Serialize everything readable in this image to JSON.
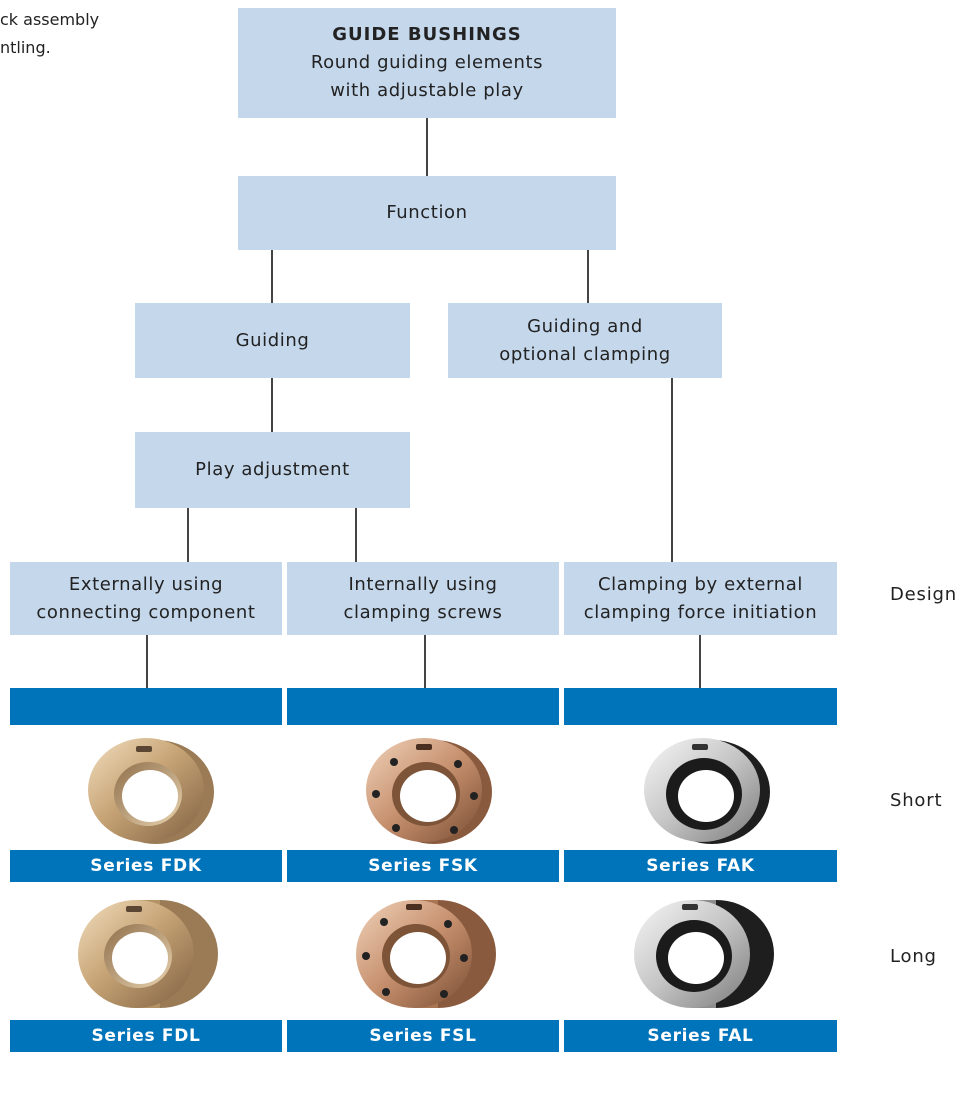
{
  "intro_text": [
    "ck assembly",
    "ntling."
  ],
  "root": {
    "title": "GUIDE BUSHINGS",
    "subtitle": [
      "Round guiding elements",
      "with adjustable play"
    ]
  },
  "function_label": "Function",
  "guiding_label": "Guiding",
  "guiding_clamping_label": [
    "Guiding and",
    "optional clamping"
  ],
  "play_adjustment_label": "Play adjustment",
  "designs": [
    {
      "lines": [
        "Externally using",
        "connecting component"
      ]
    },
    {
      "lines": [
        "Internally using",
        "clamping screws"
      ]
    },
    {
      "lines": [
        "Clamping by external",
        "clamping force initiation"
      ]
    }
  ],
  "row_labels": {
    "design": "Design",
    "short": "Short",
    "long": "Long"
  },
  "series_short": [
    "Series FDK",
    "Series FSK",
    "Series FAK"
  ],
  "series_long": [
    "Series FDL",
    "Series FSL",
    "Series FAL"
  ],
  "colors": {
    "box": "#c4d7eb",
    "accent": "#0074bb",
    "line": "#444444"
  }
}
